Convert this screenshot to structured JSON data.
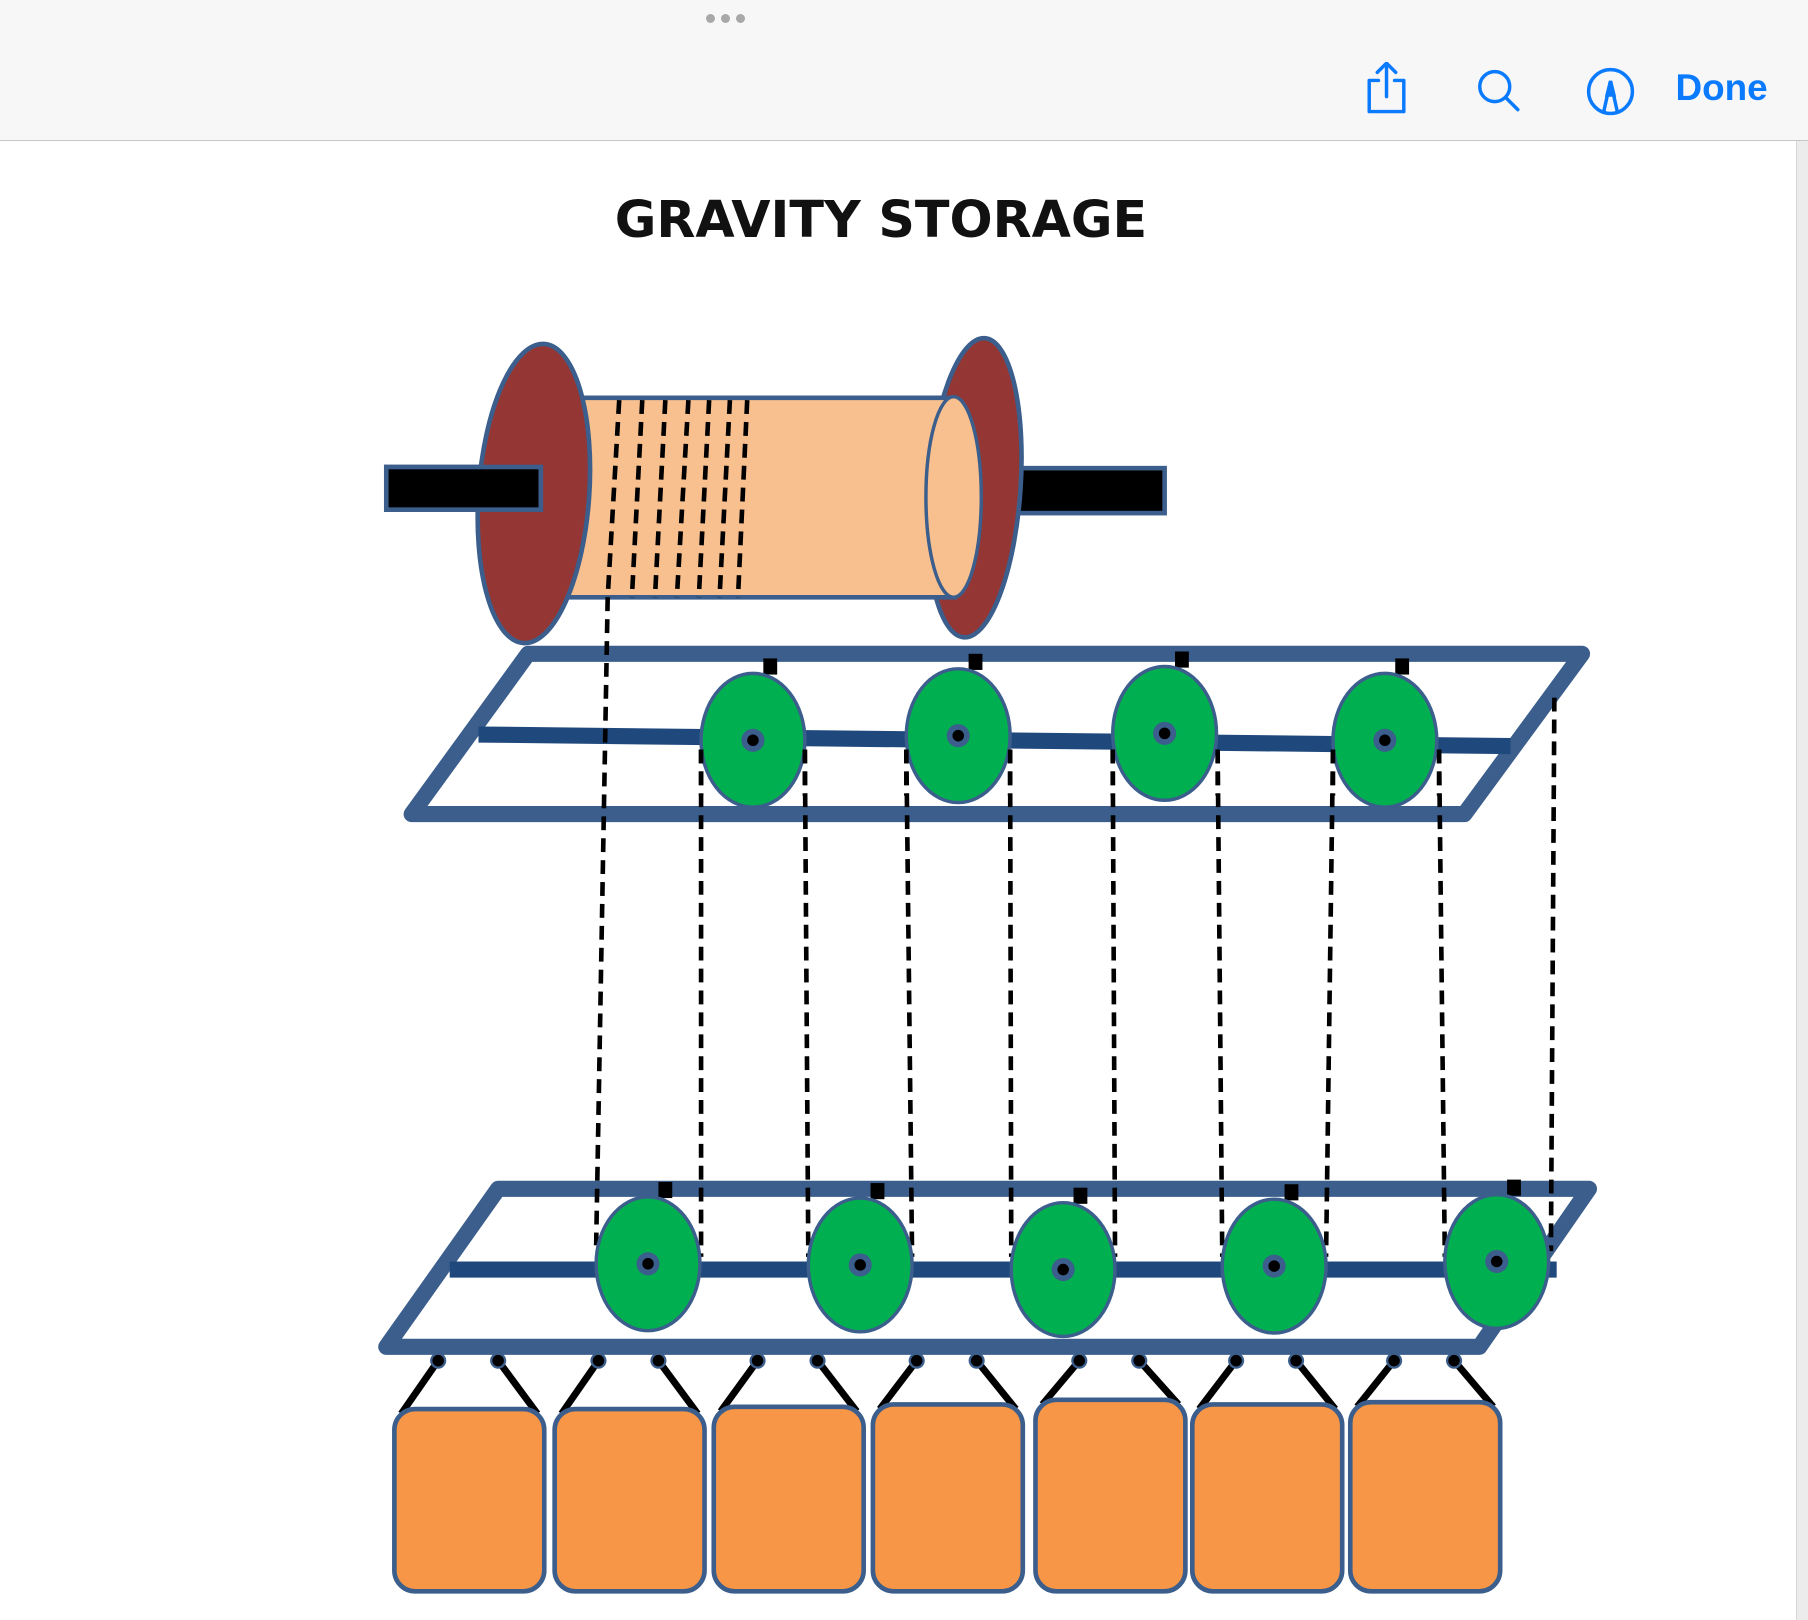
{
  "toolbar": {
    "share_icon": "share-icon",
    "search_icon": "magnifying-glass-icon",
    "markup_icon": "markup-pen-icon",
    "done_label": "Done",
    "accent_color": "#0a7aff"
  },
  "document": {
    "title": "GRAVITY STORAGE",
    "colors": {
      "flange": "#943634",
      "drum": "#f9c08f",
      "frame": "#3b5e8c",
      "pulley": "#00b050",
      "weight": "#f79646"
    },
    "upper_pulley_count": 4,
    "lower_pulley_count": 5,
    "weight_count": 7
  }
}
